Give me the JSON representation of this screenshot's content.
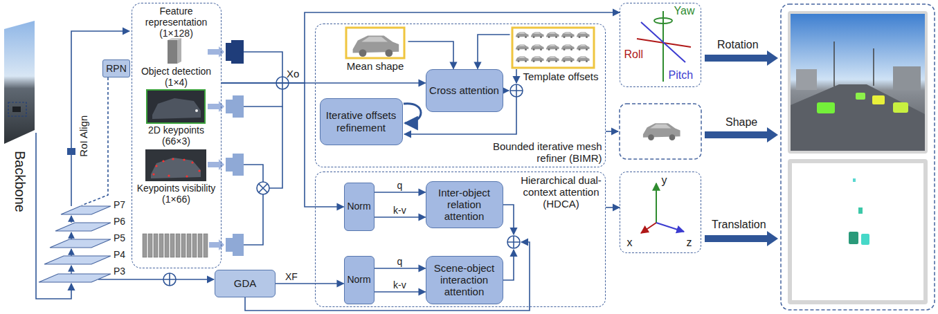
{
  "diagram": {
    "nodes": [
      {
        "text": [
          "RPN"
        ]
      },
      {
        "text": [
          "Feature representation (1×128)",
          "Object detection (1×4)",
          "2D keypoints (66×3)",
          "Keypoints visibility (1×66)"
        ]
      },
      {
        "text": [
          "GDA"
        ]
      },
      {
        "text": [
          "Bounded iterative mesh refiner (BIMR)"
        ]
      },
      {
        "text": [
          "Mean shape"
        ],
        "in": 3
      },
      {
        "text": [
          "Template offsets"
        ],
        "in": 3
      },
      {
        "text": [
          "Cross attention"
        ],
        "in": 3
      },
      {
        "text": [
          "Iterative offsets refinement"
        ],
        "in": 3
      },
      {
        "text": [
          "Hierarchical dual-context attention (HDCA)"
        ]
      },
      {
        "text": [
          "Norm"
        ],
        "in": 8
      },
      {
        "text": [
          "Inter-object relation attention"
        ],
        "in": 8
      },
      {
        "text": [
          "Norm"
        ],
        "in": 8
      },
      {
        "text": [
          "Scene-object interaction attention"
        ],
        "in": 8
      },
      {
        "text": [
          "Roll",
          "Yaw",
          "Pitch"
        ]
      },
      {
        "text": [
          "y",
          "x",
          "z"
        ]
      }
    ],
    "edges": [
      {
        "from": 1,
        "to": 13,
        "arrow": "to"
      },
      {
        "from": 1,
        "to": 6,
        "arrow": "to"
      },
      {
        "from": 1,
        "to": 9,
        "arrow": "to"
      },
      {
        "from": 4,
        "to": 6,
        "arrow": "to"
      },
      {
        "from": 5,
        "to": 6,
        "arrow": "to"
      },
      {
        "from": 9,
        "to": 10,
        "label": "q",
        "arrow": "to"
      },
      {
        "from": 9,
        "to": 10,
        "label": "k-v",
        "arrow": "to"
      },
      {
        "from": 11,
        "to": 12,
        "label": "q",
        "arrow": "to"
      },
      {
        "from": 11,
        "to": 12,
        "label": "k-v",
        "arrow": "to"
      },
      {
        "from": 2,
        "to": 11,
        "label": "XF",
        "arrow": "to"
      },
      {
        "from": 8,
        "to": 14,
        "arrow": "to"
      }
    ],
    "labels": [
      "Backbone",
      "RoI Align",
      "P7",
      "P6",
      "P5",
      "P4",
      "P3",
      "Xo",
      "Rotation",
      "Shape",
      "Translation"
    ]
  }
}
